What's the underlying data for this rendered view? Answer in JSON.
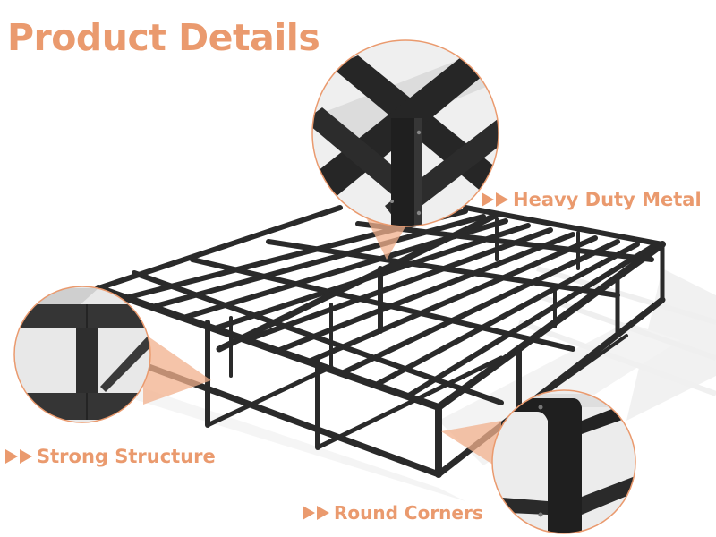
{
  "title": "Product Details",
  "callouts": {
    "heavy_duty": {
      "label": "Heavy Duty Metal",
      "icon": "double-play-arrow-icon"
    },
    "strong_structure": {
      "label": "Strong Structure",
      "icon": "double-play-arrow-icon"
    },
    "round_corners": {
      "label": "Round Corners",
      "icon": "double-play-arrow-icon"
    }
  },
  "colors": {
    "accent": "#EA9A6E",
    "accent_translucent": "#F2B08C",
    "metal": "#2A2A2A",
    "metal_light": "#3C3C3C",
    "background": "#FFFFFF",
    "shadow": "#DADADA"
  },
  "product": {
    "name": "metal bed frame",
    "detail_views": [
      "center-support-joint",
      "side-rail-joint",
      "rounded-corner-leg"
    ]
  }
}
